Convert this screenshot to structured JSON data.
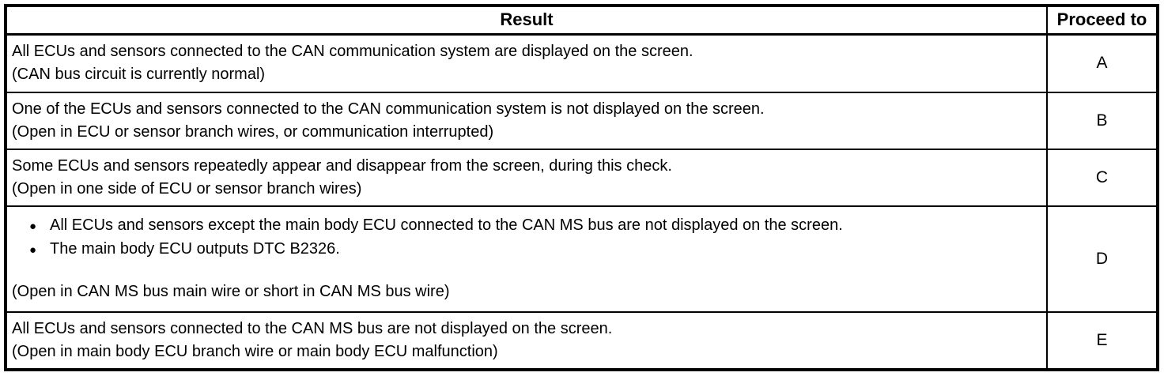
{
  "page": {
    "background_color": "#ffffff",
    "border_color": "#000000",
    "text_color": "#000000"
  },
  "table": {
    "header": {
      "result": "Result",
      "proceed_to": "Proceed to"
    },
    "bullet_glyph": "●",
    "rows": [
      {
        "result_line1": "All ECUs and sensors connected to the CAN communication system are displayed on the screen.",
        "result_line2": "(CAN bus circuit is currently normal)",
        "proceed_to": "A"
      },
      {
        "result_line1": "One of the ECUs and sensors connected to the CAN communication system is not displayed on the screen.",
        "result_line2": "(Open in ECU or sensor branch wires, or communication interrupted)",
        "proceed_to": "B"
      },
      {
        "result_line1": "Some ECUs and sensors repeatedly appear and disappear from the screen, during this check.",
        "result_line2": "(Open in one side of ECU or sensor branch wires)",
        "proceed_to": "C"
      },
      {
        "bullets": [
          "All ECUs and sensors except the main body ECU connected to the CAN MS bus are not displayed on the screen.",
          "The main body ECU outputs DTC B2326."
        ],
        "result_line2": "(Open in CAN MS bus main wire or short in CAN MS bus wire)",
        "proceed_to": "D"
      },
      {
        "result_line1": "All ECUs and sensors connected to the CAN MS bus are not displayed on the screen.",
        "result_line2": "(Open in main body ECU branch wire or main body ECU malfunction)",
        "proceed_to": "E"
      }
    ]
  }
}
